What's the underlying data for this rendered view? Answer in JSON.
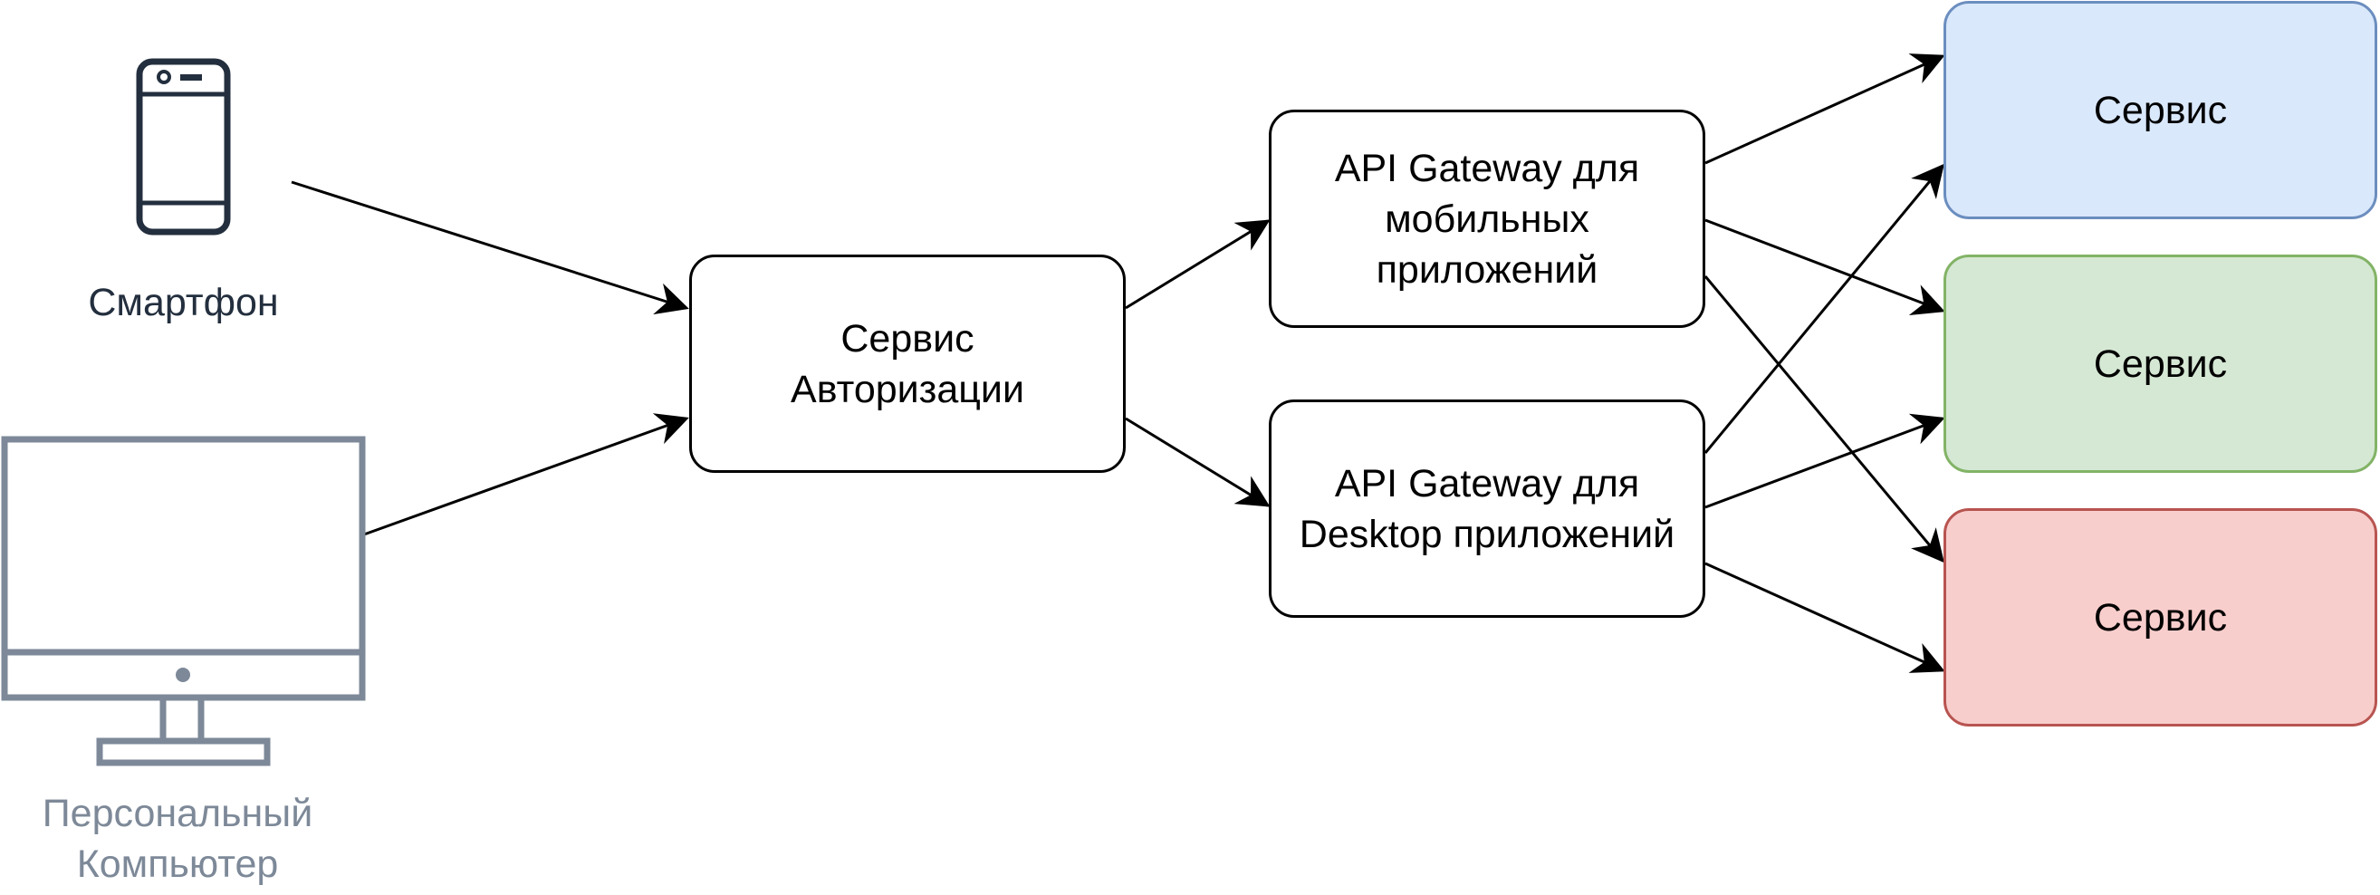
{
  "devices": {
    "smartphone": {
      "label": "Смартфон",
      "icon": "smartphone-icon",
      "color": "#232F3E"
    },
    "desktop": {
      "label": "Персональный\nКомпьютер",
      "icon": "desktop-monitor-icon",
      "color": "#7D8998"
    }
  },
  "nodes": {
    "auth_service": {
      "label": "Сервис\nАвторизации"
    },
    "mobile_gateway": {
      "label": "API Gateway для\nмобильных\nприложений"
    },
    "desktop_gateway": {
      "label": "API Gateway для\nDesktop приложений"
    },
    "services": [
      {
        "label": "Сервис",
        "fill": "#DAE8FC",
        "stroke": "#6C8EBF"
      },
      {
        "label": "Сервис",
        "fill": "#D5E8D4",
        "stroke": "#82B366"
      },
      {
        "label": "Сервис",
        "fill": "#F8CECC",
        "stroke": "#B85450"
      }
    ]
  },
  "edges": [
    {
      "from": "smartphone",
      "to": "auth_service"
    },
    {
      "from": "desktop",
      "to": "auth_service"
    },
    {
      "from": "auth_service",
      "to": "mobile_gateway"
    },
    {
      "from": "auth_service",
      "to": "desktop_gateway"
    },
    {
      "from": "mobile_gateway",
      "to": "service_1"
    },
    {
      "from": "mobile_gateway",
      "to": "service_2"
    },
    {
      "from": "mobile_gateway",
      "to": "service_3"
    },
    {
      "from": "desktop_gateway",
      "to": "service_1"
    },
    {
      "from": "desktop_gateway",
      "to": "service_2"
    },
    {
      "from": "desktop_gateway",
      "to": "service_3"
    }
  ]
}
